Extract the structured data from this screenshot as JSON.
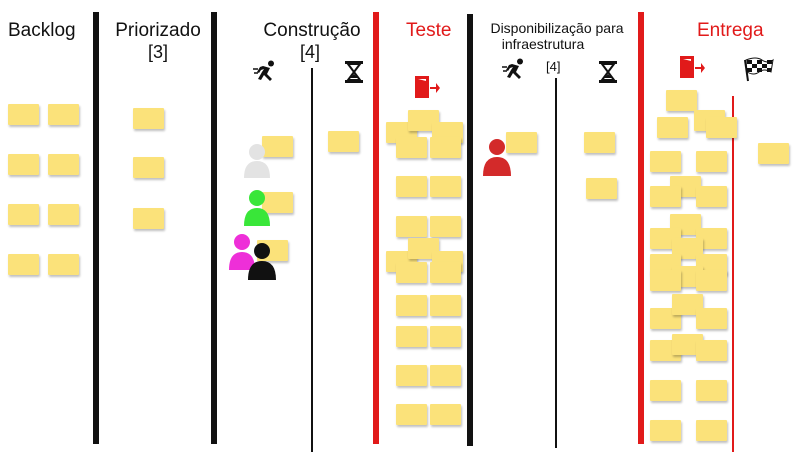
{
  "columns": {
    "backlog": {
      "title": "Backlog"
    },
    "priorizado": {
      "title": "Priorizado",
      "wip": "[3]"
    },
    "construcao": {
      "title": "Construção",
      "wip": "[4]"
    },
    "teste": {
      "title": "Teste"
    },
    "disponibilizacao": {
      "title_line1": "Disponibilização para",
      "title_line2": "infraestrutura",
      "wip": "[4]"
    },
    "entrega": {
      "title": "Entrega"
    }
  },
  "colors": {
    "note": "#fbe27a",
    "accent_red": "#e11a1a",
    "divider": "#111111"
  },
  "icons": [
    "running-person-icon",
    "hourglass-icon",
    "exit-door-icon",
    "checkered-flag-icon",
    "person-icon"
  ],
  "avatars": [
    "gray",
    "green",
    "magenta",
    "black",
    "red"
  ]
}
